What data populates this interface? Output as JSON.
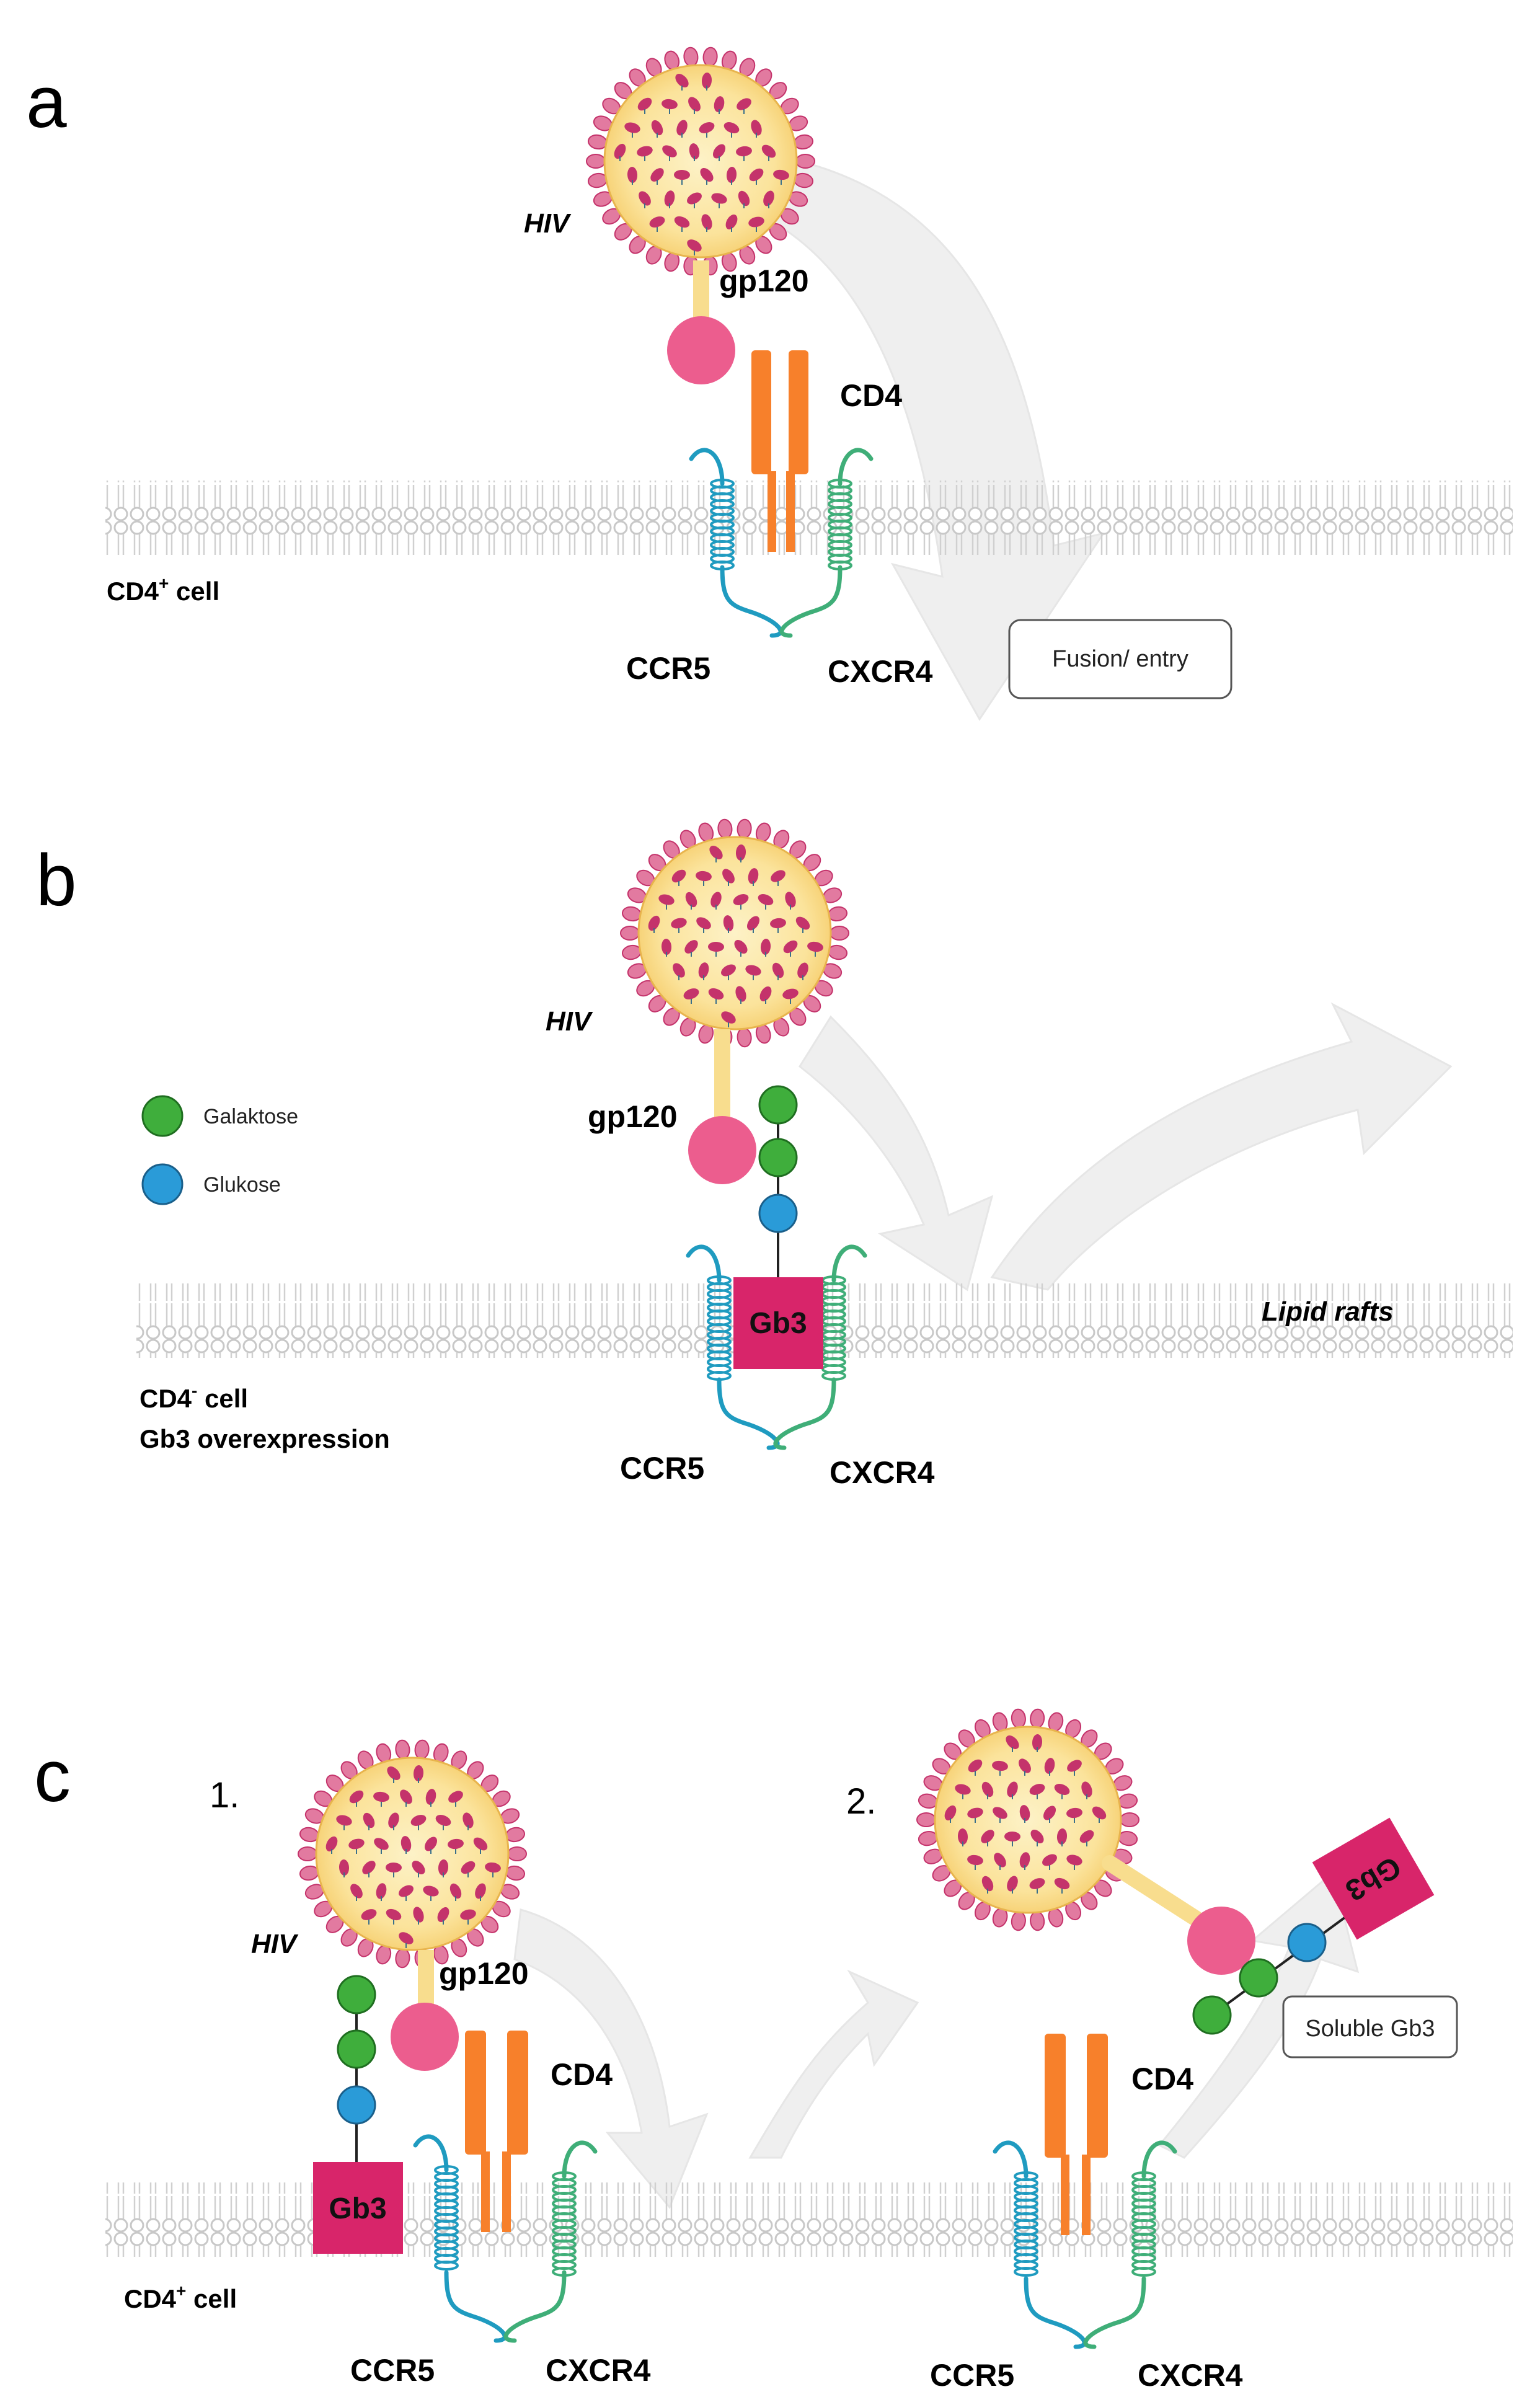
{
  "panels": {
    "a": {
      "letter": "a",
      "hiv": "HIV",
      "gp120": "gp120",
      "cd4": "CD4",
      "ccr5": "CCR5",
      "cxcr4": "CXCR4",
      "cell": "CD4",
      "cell_sup": "+",
      "cell_suffix": " cell",
      "box": "Fusion/ entry"
    },
    "b": {
      "letter": "b",
      "hiv": "HIV",
      "gp120": "gp120",
      "gb3": "Gb3",
      "ccr5": "CCR5",
      "cxcr4": "CXCR4",
      "lipid_rafts": "Lipid rafts",
      "cell": "CD4",
      "cell_sup": "-",
      "cell_suffix": " cell",
      "cell_line2": "Gb3 overexpression",
      "legend": [
        {
          "label": "Galaktose",
          "color": "#3fae3c"
        },
        {
          "label": "Glukose",
          "color": "#2a9bd8"
        }
      ]
    },
    "c": {
      "letter": "c",
      "sub1": "1.",
      "sub2": "2.",
      "hiv": "HIV",
      "gp120": "gp120",
      "cd4_1": "CD4",
      "cd4_2": "CD4",
      "gb3_1": "Gb3",
      "gb3_2": "Gb3",
      "ccr5_1": "CCR5",
      "cxcr4_1": "CXCR4",
      "ccr5_2": "CCR5",
      "cxcr4_2": "CXCR4",
      "cell": "CD4",
      "cell_sup": "+",
      "cell_suffix": " cell",
      "box": "Soluble Gb3"
    }
  },
  "colors": {
    "capsid": "#fbe7a1",
    "spike": "#e27aa0",
    "spike_dark": "#c4336b",
    "gp120_ball": "#ec5d8e",
    "stalk": "#f8dd8e",
    "cd4": "#f7802b",
    "ccr5": "#1f9bc0",
    "cxcr4": "#3fae78",
    "gb3": "#d8256a",
    "galactose": "#3fae3c",
    "glucose": "#2a9bd8",
    "membrane": "#d8d8d8",
    "arrow": "#eeeeee"
  }
}
